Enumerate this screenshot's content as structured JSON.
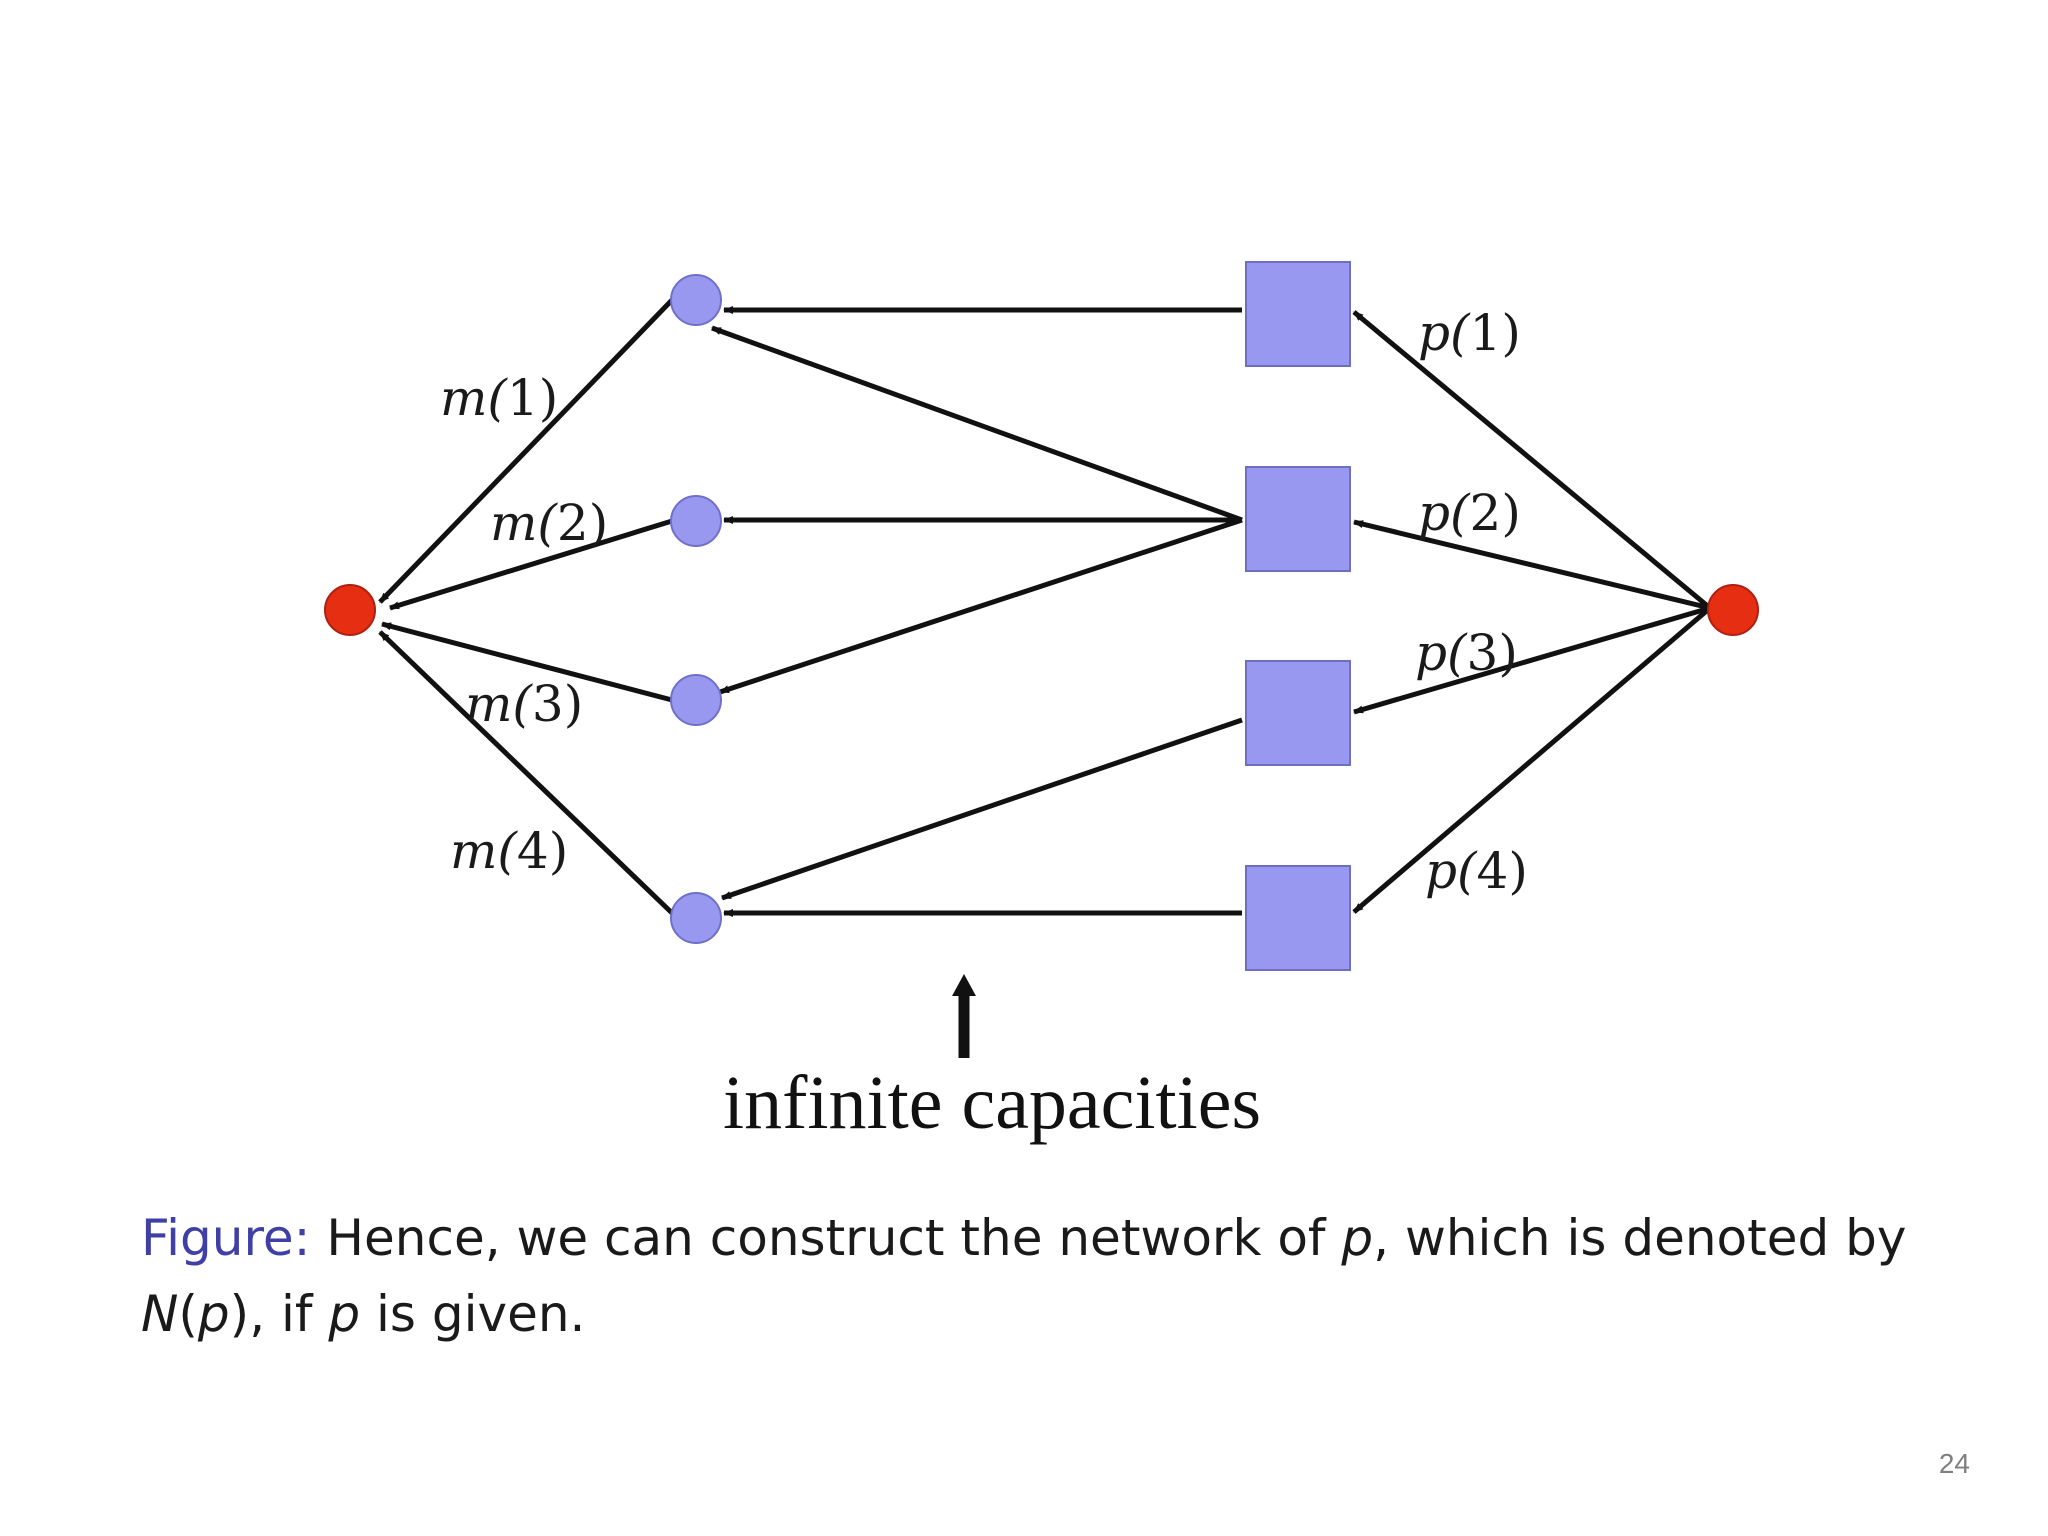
{
  "diagram": {
    "colors": {
      "terminal": "#e62e12",
      "circle_node": "#9898f0",
      "square_node": "#9898f0",
      "edge": "#111111"
    },
    "left_labels": [
      {
        "pre": "m(",
        "num": "1",
        "post": ")"
      },
      {
        "pre": "m(",
        "num": "2",
        "post": ")"
      },
      {
        "pre": "m(",
        "num": "3",
        "post": ")"
      },
      {
        "pre": "m(",
        "num": "4",
        "post": ")"
      }
    ],
    "right_labels": [
      {
        "pre": "p(",
        "num": "1",
        "post": ")"
      },
      {
        "pre": "p(",
        "num": "2",
        "post": ")"
      },
      {
        "pre": "p(",
        "num": "3",
        "post": ")"
      },
      {
        "pre": "p(",
        "num": "4",
        "post": ")"
      }
    ],
    "annotation": "infinite capacities"
  },
  "caption": {
    "prefix": "Figure:",
    "part1": " Hence, we can construct the network of ",
    "var1": "p",
    "part2": ", which is denoted by",
    "var_n": "N",
    "paren_open": "(",
    "var2": "p",
    "paren_close": ")",
    "part3": ", if ",
    "var3": "p",
    "part4": " is given."
  },
  "page_number": "24"
}
